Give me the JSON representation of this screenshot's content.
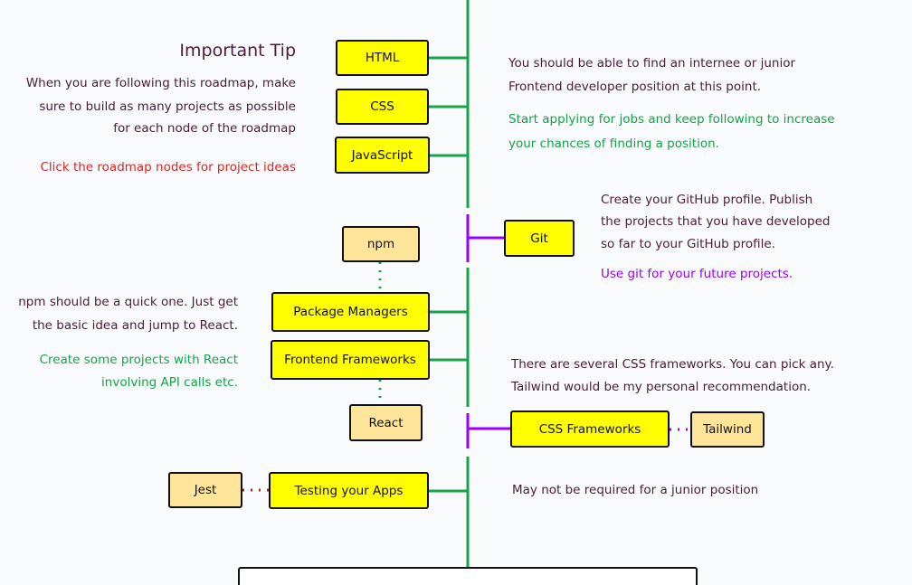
{
  "tip": {
    "title": "Important Tip",
    "lines": [
      "When you are following this roadmap, make",
      "sure to build as many projects as possible",
      "for each node of the roadmap"
    ],
    "cta": "Click the roadmap nodes for project ideas"
  },
  "nodes": {
    "html": "HTML",
    "css": "CSS",
    "javascript": "JavaScript",
    "git": "Git",
    "npm": "npm",
    "package_managers": "Package Managers",
    "frontend_frameworks": "Frontend Frameworks",
    "react": "React",
    "css_frameworks": "CSS Frameworks",
    "tailwind": "Tailwind",
    "testing": "Testing your Apps",
    "jest": "Jest"
  },
  "notes": {
    "internship": [
      "You should be able to find an internee or junior",
      "Frontend developer position at this point."
    ],
    "apply": [
      "Start applying for jobs and keep following to increase",
      "your chances of finding a position."
    ],
    "github": [
      "Create your GitHub profile. Publish",
      "the projects that you have developed",
      "so far to your GitHub profile."
    ],
    "git_future": "Use git for your future projects.",
    "npm_note": [
      "npm should be a quick one. Just get",
      "the basic idea and jump to React."
    ],
    "react_projects": [
      "Create some projects with React",
      "involving API calls etc."
    ],
    "css_frameworks_note": [
      "There are several CSS frameworks. You can pick any.",
      "Tailwind would be my personal recommendation."
    ],
    "testing_note": "May not be required for a junior position"
  },
  "colors": {
    "main_line": "#16a34a",
    "git_line": "#9900ff",
    "primary_node": "#ffff00",
    "secondary_node": "#ffe599",
    "jest_link": "#b91c1c"
  }
}
